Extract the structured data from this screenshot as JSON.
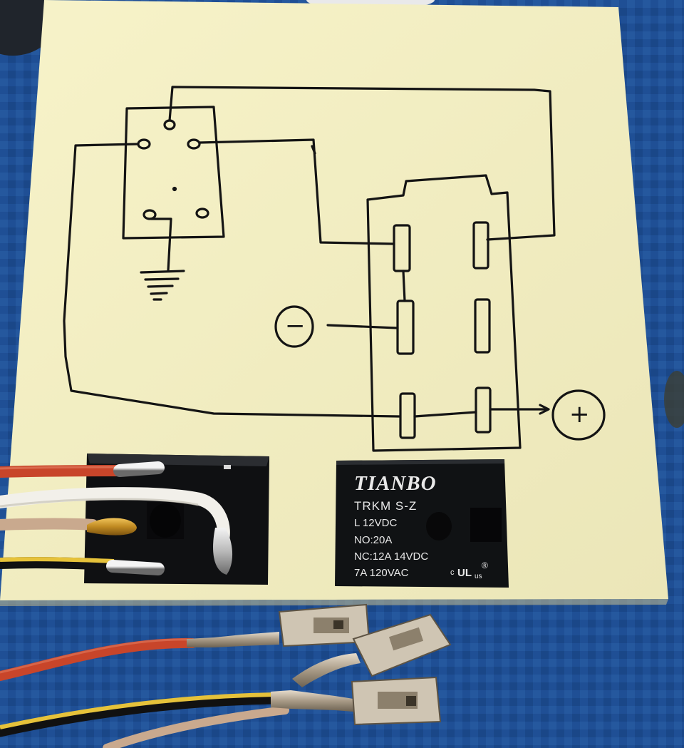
{
  "relay_label": {
    "brand": "TIANBO",
    "model": "TRKM S-Z",
    "coil": "L 12VDC",
    "no_rating": "NO:20A",
    "nc_rating": "NC:12A 14VDC",
    "ac_rating": "7A 120VAC",
    "cert_mark": "UL",
    "cert_suffix": "us",
    "registered_symbol": "®"
  },
  "sketch_symbols": {
    "negative": "−",
    "positive": "+"
  },
  "colors": {
    "mat_blue": "#1f4f95",
    "paper_yellow": "#f4f0c4",
    "ink": "#141414",
    "relay_body": "#101214",
    "wire_red": "#c8452a",
    "wire_yellow": "#e6c23a",
    "wire_white": "#f2f0ea",
    "wire_tan": "#c9a98e"
  },
  "icons": [
    "ground-symbol-icon",
    "negative-terminal-icon",
    "positive-terminal-icon",
    "ul-certification-icon"
  ]
}
